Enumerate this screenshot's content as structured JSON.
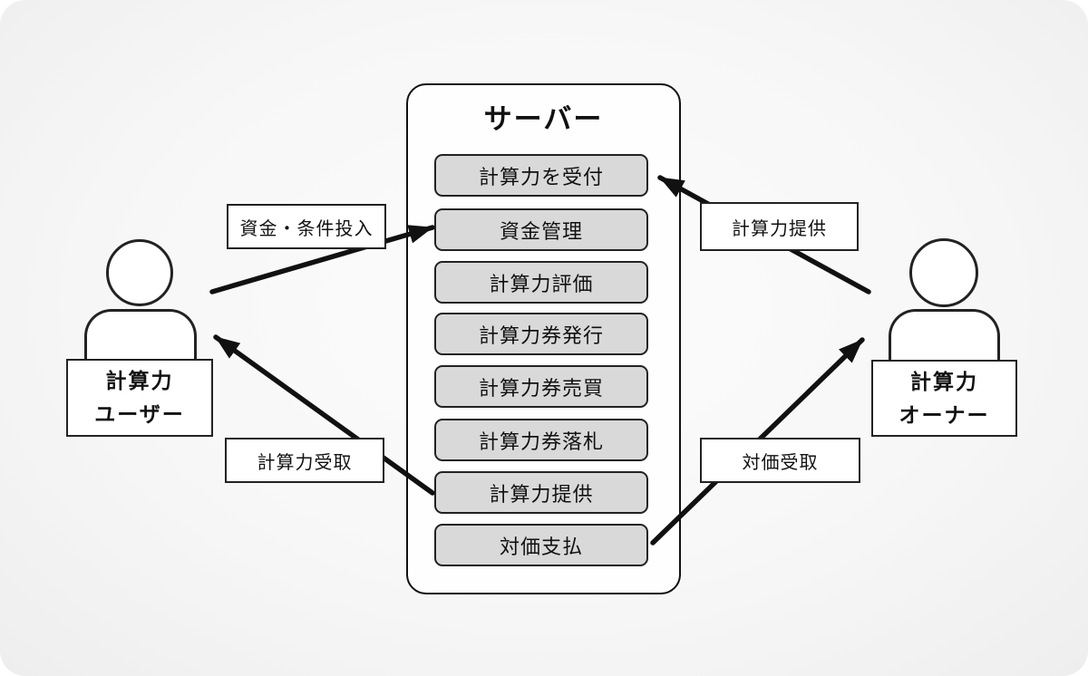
{
  "colors": {
    "ink": "#111111",
    "function_box_fill": "#d9d9d9",
    "surface_white": "#ffffff",
    "panel_gray": "#efefef"
  },
  "server": {
    "title": "サーバー",
    "functions": [
      "計算力を受付",
      "資金管理",
      "計算力評価",
      "計算力券発行",
      "計算力券売買",
      "計算力券落札",
      "計算力提供",
      "対価支払"
    ]
  },
  "actors": {
    "user": {
      "line1": "計算力",
      "line2": "ユーザー"
    },
    "owner": {
      "line1": "計算力",
      "line2": "オーナー"
    }
  },
  "flows": {
    "invest": {
      "label": "資金・条件投入",
      "from": "計算力ユーザー",
      "to": "資金管理"
    },
    "provide": {
      "label": "計算力提供",
      "from": "計算力オーナー",
      "to": "計算力を受付"
    },
    "receive_power": {
      "label": "計算力受取",
      "from": "計算力提供",
      "to": "計算力ユーザー"
    },
    "receive_compensation": {
      "label": "対価受取",
      "from": "対価支払",
      "to": "計算力オーナー"
    }
  }
}
